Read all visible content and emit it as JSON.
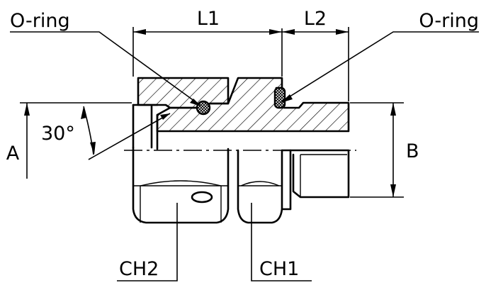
{
  "labels": {
    "oring_left": "O-ring",
    "oring_right": "O-ring",
    "l1": "L1",
    "l2": "L2",
    "angle": "30°",
    "a": "A",
    "b": "B",
    "ch2": "CH2",
    "ch1": "CH1"
  }
}
